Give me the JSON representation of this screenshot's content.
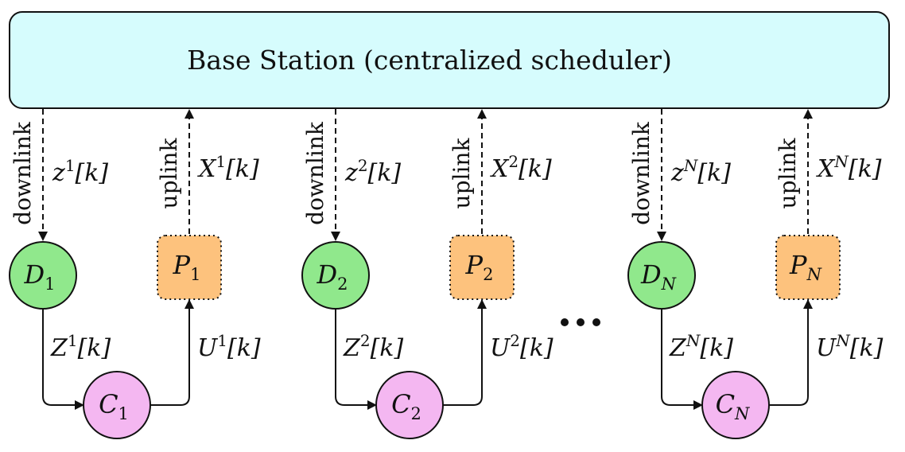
{
  "base_station": {
    "label": "Base Station (centralized scheduler)"
  },
  "link_labels": {
    "downlink": "downlink",
    "uplink": "uplink"
  },
  "groups": [
    {
      "d_var": "D",
      "d_sub": "1",
      "p_var": "P",
      "p_sub": "1",
      "c_var": "C",
      "c_sub": "1",
      "z_down": {
        "var": "z",
        "sup": "1",
        "arg": "[k]"
      },
      "x_up": {
        "var": "X",
        "sup": "1",
        "arg": "[k]"
      },
      "z_sig": {
        "var": "Z",
        "sup": "1",
        "arg": "[k]"
      },
      "u_sig": {
        "var": "U",
        "sup": "1",
        "arg": "[k]"
      }
    },
    {
      "d_var": "D",
      "d_sub": "2",
      "p_var": "P",
      "p_sub": "2",
      "c_var": "C",
      "c_sub": "2",
      "z_down": {
        "var": "z",
        "sup": "2",
        "arg": "[k]"
      },
      "x_up": {
        "var": "X",
        "sup": "2",
        "arg": "[k]"
      },
      "z_sig": {
        "var": "Z",
        "sup": "2",
        "arg": "[k]"
      },
      "u_sig": {
        "var": "U",
        "sup": "2",
        "arg": "[k]"
      }
    },
    {
      "d_var": "D",
      "d_sub": "N",
      "p_var": "P",
      "p_sub": "N",
      "c_var": "C",
      "c_sub": "N",
      "z_down": {
        "var": "z",
        "sup": "N",
        "arg": "[k]"
      },
      "x_up": {
        "var": "X",
        "sup": "N",
        "arg": "[k]"
      },
      "z_sig": {
        "var": "Z",
        "sup": "N",
        "arg": "[k]"
      },
      "u_sig": {
        "var": "U",
        "sup": "N",
        "arg": "[k]"
      }
    }
  ],
  "colors": {
    "base_station_fill": "#d6fcfd",
    "d_node_fill": "#90e88c",
    "c_node_fill": "#f4b7f1",
    "p_node_fill": "#fdc27d"
  }
}
